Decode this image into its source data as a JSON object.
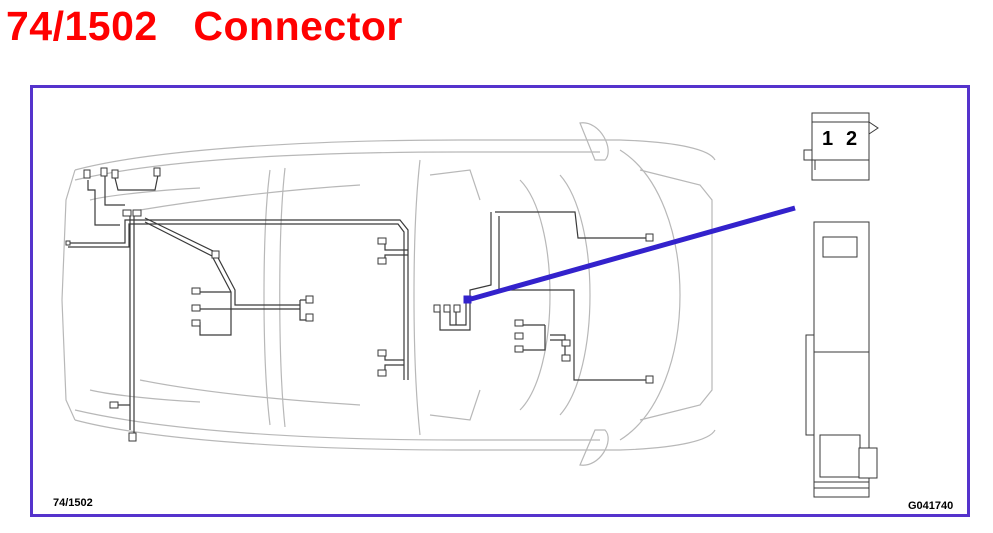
{
  "title": "74/1502   Connector",
  "diagram_code": "74/1502",
  "figure_id": "G041740",
  "connector_pins": [
    "1",
    "2"
  ],
  "colors": {
    "title": "#ff0000",
    "frame": "#5533cc",
    "highlight": "#3322cc"
  }
}
